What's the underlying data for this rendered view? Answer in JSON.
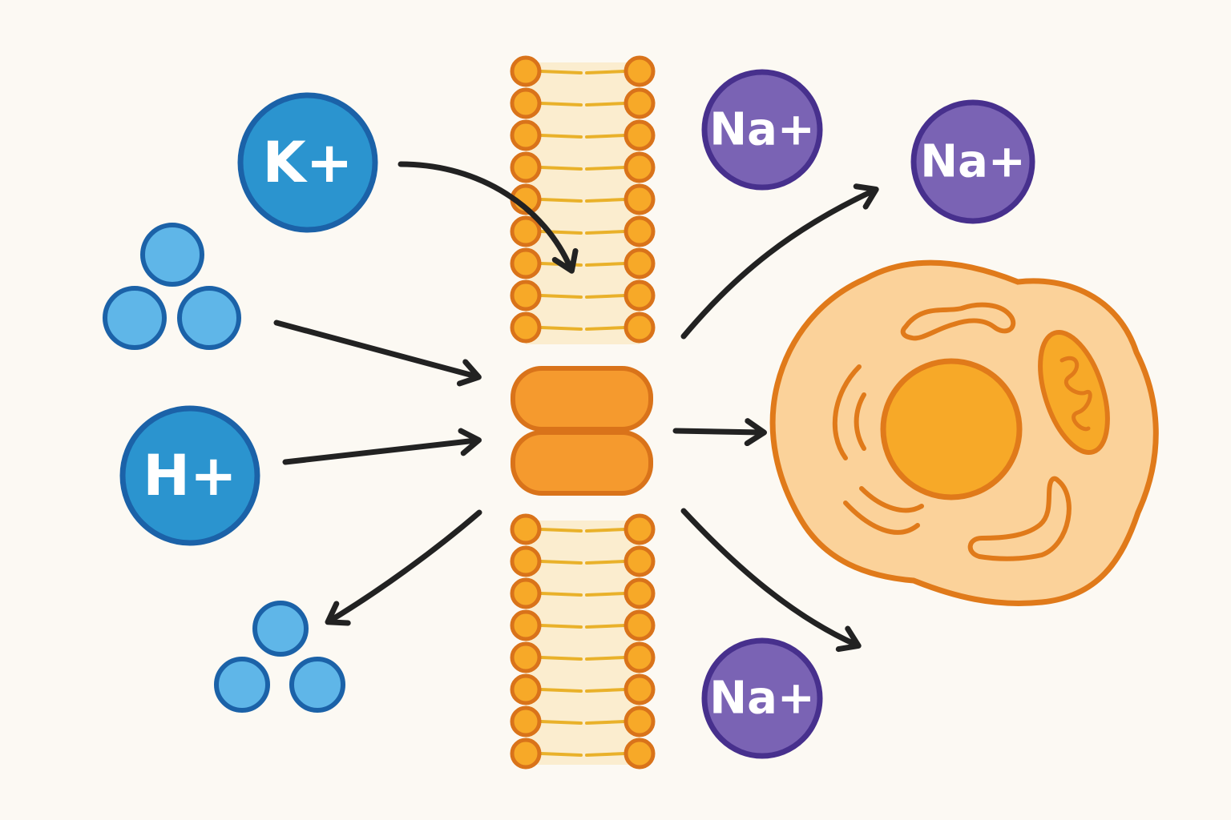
{
  "ions": {
    "k": "K+",
    "h": "H+",
    "na_top": "Na+",
    "na_right": "Na+",
    "na_bottom": "Na+"
  },
  "colors": {
    "background": "#fcf9f3",
    "k_ion": "#2b94cf",
    "h_ion": "#2b94cf",
    "na_ion": "#7a63b4",
    "small_molecule": "#5fb6e8",
    "membrane_head": "#f7a928",
    "channel": "#f59a2e",
    "cell_body": "#fbd29a",
    "cell_outline": "#e07a1a",
    "arrow": "#222222"
  },
  "icons": {
    "membrane": "phospholipid-bilayer",
    "channel": "ion-channel-protein",
    "cell": "eukaryotic-cell",
    "molecules": "small-molecule-cluster"
  }
}
